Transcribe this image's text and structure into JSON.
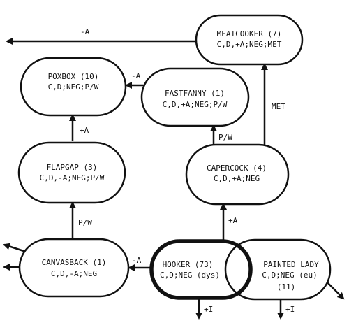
{
  "nodes": {
    "meatcooker": {
      "title": "MEATCOOKER (7)",
      "sub": "C,D,+A;NEG;MET"
    },
    "poxbox": {
      "title": "POXBOX (10)",
      "sub": "C,D;NEG;P/W"
    },
    "fastfanny": {
      "title": "FASTFANNY (1)",
      "sub": "C,D,+A;NEG;P/W"
    },
    "flapgap": {
      "title": "FLAPGAP (3)",
      "sub": "C,D,-A;NEG;P/W"
    },
    "capercock": {
      "title": "CAPERCOCK (4)",
      "sub": "C,D,+A;NEG"
    },
    "canvasback": {
      "title": "CANVASBACK (1)",
      "sub": "C,D,-A;NEG"
    },
    "hooker": {
      "title": "HOOKER (73)",
      "sub": "C,D;NEG (dys)"
    },
    "paintedlady": {
      "title": "PAINTED LADY",
      "sub": "C,D;NEG (eu)",
      "count": "(11)"
    }
  },
  "edges": {
    "meatcooker_left": "-A",
    "fastfanny_to_poxbox": "-A",
    "flapgap_to_poxbox": "+A",
    "capercock_to_fastfanny": "P/W",
    "capercock_to_meatcooker": "MET",
    "canvasback_to_flapgap": "P/W",
    "hooker_to_capercock": "+A",
    "hooker_to_canvasback": "-A",
    "hooker_down": "+I",
    "paintedlady_down": "+I"
  }
}
